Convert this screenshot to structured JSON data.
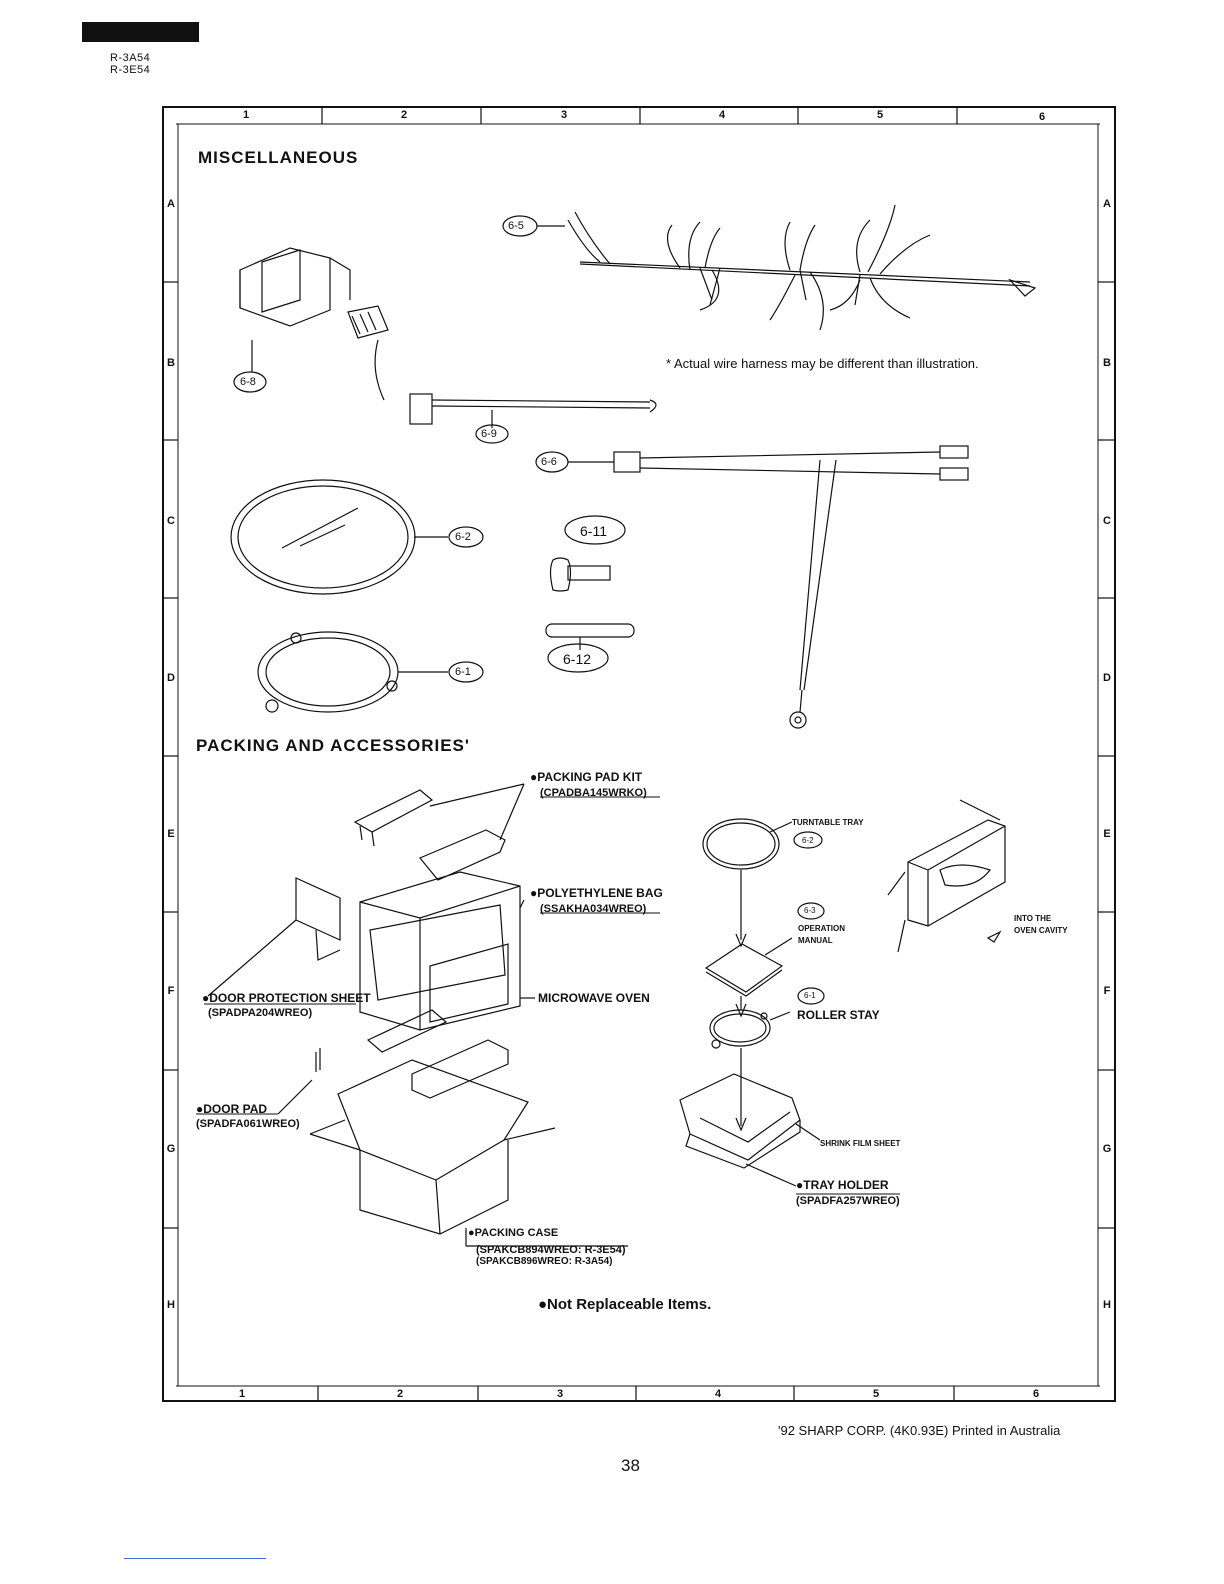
{
  "header": {
    "models": [
      "R-3A54",
      "R-3E54"
    ]
  },
  "grid": {
    "columns": [
      "1",
      "2",
      "3",
      "4",
      "5",
      "6"
    ],
    "rows": [
      "A",
      "B",
      "C",
      "D",
      "E",
      "F",
      "G",
      "H"
    ]
  },
  "sections": {
    "misc_title": "MISCELLANEOUS",
    "packing_title": "PACKING AND ACCESSORIES'"
  },
  "misc_refs": {
    "r65": "6-5",
    "r68": "6-8",
    "r69": "6-9",
    "r66": "6-6",
    "r62": "6-2",
    "r611": "6-11",
    "r61": "6-1",
    "r612": "6-12"
  },
  "harness_note": "* Actual wire harness may be different than illustration.",
  "packing_labels": {
    "pad_kit": "●PACKING PAD KIT",
    "pad_kit_code": "(CPADBA145WRKO)",
    "poly_bag": "●POLYETHYLENE BAG",
    "poly_bag_code": "(SSAKHA034WREO)",
    "microwave": "MICROWAVE OVEN",
    "door_sheet": "●DOOR PROTECTION SHEET",
    "door_sheet_code": "(SPADPA204WREO)",
    "door_pad": "●DOOR PAD",
    "door_pad_code": "(SPADFA061WREO)",
    "case": "●PACKING CASE",
    "case_code1": "(SPAKCB894WREO: R-3E54)",
    "case_code2": "(SPAKCB896WREO: R-3A54)"
  },
  "accessory_labels": {
    "turntable": "TURNTABLE TRAY",
    "ref_62": "6-2",
    "ref_63": "6-3",
    "manual1": "OPERATION",
    "manual2": "MANUAL",
    "into1": "INTO THE",
    "into2": "OVEN CAVITY",
    "ref_61": "6-1",
    "roller": "ROLLER STAY",
    "shrink": "SHRINK FILM SHEET",
    "tray_holder": "●TRAY HOLDER",
    "tray_holder_code": "(SPADFA257WREO)"
  },
  "note": "●Not Replaceable Items.",
  "footer": {
    "copyright": "'92 SHARP CORP. (4K0.93E) Printed in Australia",
    "page": "38"
  }
}
